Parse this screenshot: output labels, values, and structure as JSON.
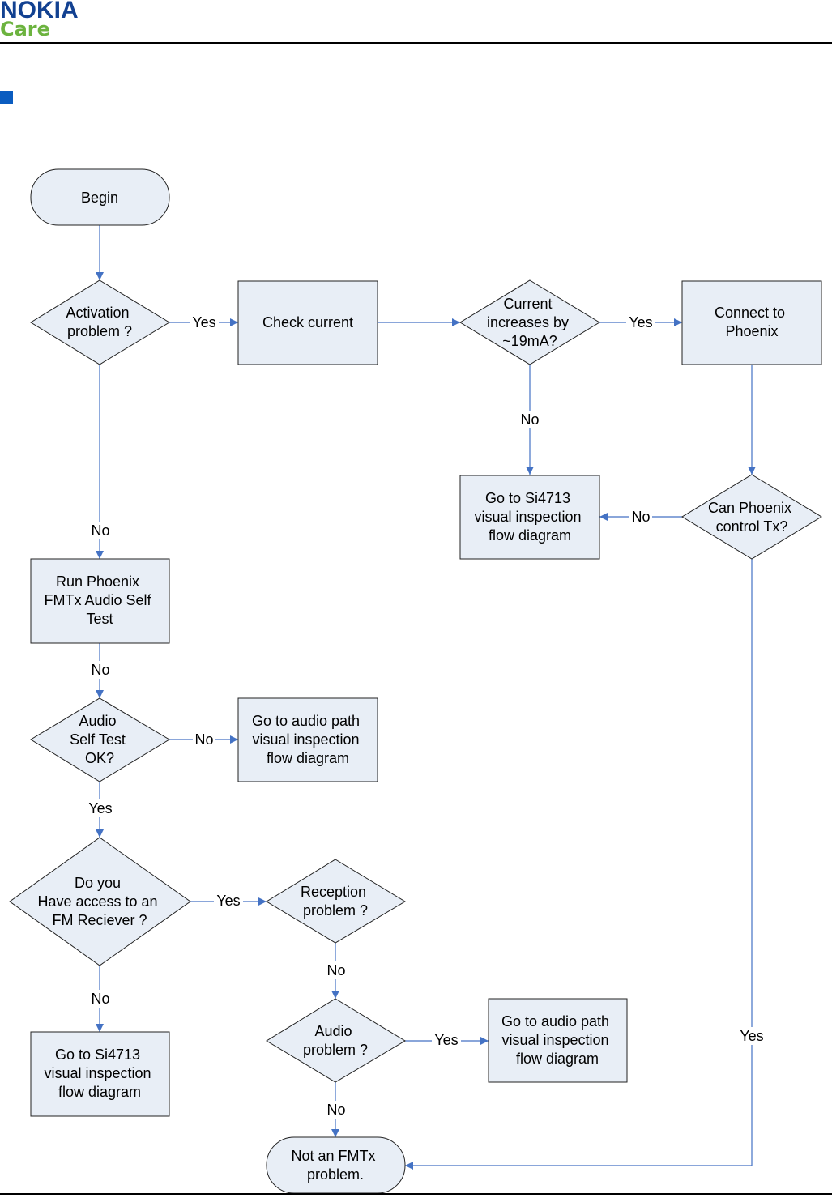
{
  "header": {
    "brand": "NOKIA",
    "sub_brand": "Care"
  },
  "colors": {
    "node_fill": "#e8eef6",
    "connector": "#4472c4",
    "brand_blue": "#124191",
    "care_green": "#6cb33f",
    "bullet": "#0a5cc0"
  },
  "nodes": {
    "begin": [
      "Begin"
    ],
    "activation": [
      "Activation",
      "problem ?"
    ],
    "check_current": [
      "Check current"
    ],
    "current_inc": [
      "Current",
      "increases by",
      "~19mA?"
    ],
    "connect_phoenix": [
      "Connect to",
      "Phoenix"
    ],
    "si4713_top": [
      "Go to Si4713",
      "visual inspection",
      "flow diagram"
    ],
    "can_phoenix": [
      "Can Phoenix",
      "control Tx?"
    ],
    "run_phoenix": [
      "Run Phoenix",
      "FMTx Audio Self",
      "Test"
    ],
    "audio_self_test": [
      "Audio",
      "Self Test",
      "OK?"
    ],
    "audio_path_1": [
      "Go to audio path",
      "visual inspection",
      "flow diagram"
    ],
    "fm_receiver": [
      "Do you",
      "Have access to an",
      "FM Reciever ?"
    ],
    "reception": [
      "Reception",
      "problem ?"
    ],
    "si4713_bottom": [
      "Go to Si4713",
      "visual inspection",
      "flow diagram"
    ],
    "audio_problem": [
      "Audio",
      "problem ?"
    ],
    "audio_path_2": [
      "Go to audio path",
      "visual inspection",
      "flow diagram"
    ],
    "not_fmtx": [
      "Not an FMTx",
      "problem."
    ]
  },
  "labels": {
    "yes": "Yes",
    "no": "No"
  }
}
